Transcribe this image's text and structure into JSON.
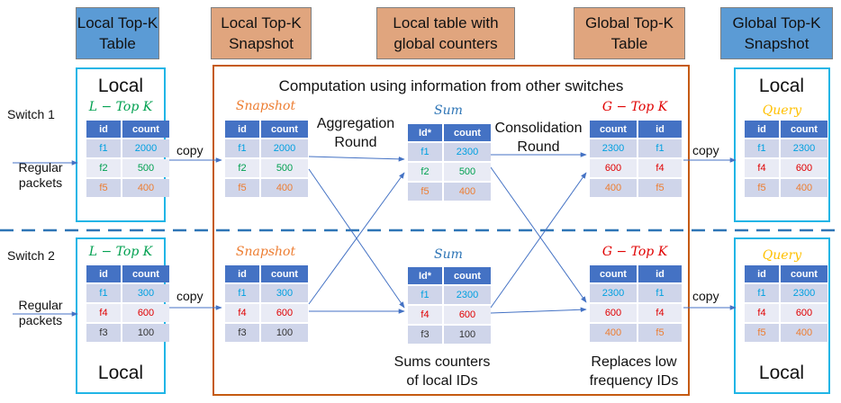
{
  "headers": [
    {
      "text": "Local Top-K\nTable",
      "style": "blue"
    },
    {
      "text": "Local Top-K\nSnapshot",
      "style": "orange"
    },
    {
      "text": "Local table with\nglobal counters",
      "style": "orange"
    },
    {
      "text": "Global Top-K\nTable",
      "style": "orange"
    },
    {
      "text": "Global Top-K\nSnapshot",
      "style": "blue"
    }
  ],
  "computation_label": "Computation using information from other switches",
  "switches": [
    "Switch 1",
    "Switch 2"
  ],
  "regular_packets": "Regular\npackets",
  "copy_label": "copy",
  "local_label": "Local",
  "aggregation_label": "Aggregation\nRound",
  "consolidation_label": "Consolidation\nRound",
  "sums_note": "Sums counters\nof local IDs",
  "replaces_note": "Replaces low\nfrequency IDs",
  "titles": {
    "ltopk": "L − Top K",
    "snapshot": "Snapshot",
    "sum": "Sum",
    "gtopk": "G − Top K",
    "query": "Query"
  },
  "title_colors": {
    "ltopk": "#00a050",
    "snapshot": "#ed7d31",
    "sum": "#2e75b6",
    "gtopk": "#e00000",
    "query": "#ffc000"
  },
  "col": {
    "id": "id",
    "count": "count",
    "idstar": "Id*"
  },
  "tables": {
    "s1_local": [
      [
        "f1",
        "2000",
        "blue"
      ],
      [
        "f2",
        "500",
        "green"
      ],
      [
        "f5",
        "400",
        "orange"
      ]
    ],
    "s1_snap": [
      [
        "f1",
        "2000",
        "blue"
      ],
      [
        "f2",
        "500",
        "green"
      ],
      [
        "f5",
        "400",
        "orange"
      ]
    ],
    "s1_sum": [
      [
        "f1",
        "2300",
        "blue"
      ],
      [
        "f2",
        "500",
        "green"
      ],
      [
        "f5",
        "400",
        "orange"
      ]
    ],
    "s1_global": [
      [
        "2300",
        "f1",
        "blue"
      ],
      [
        "600",
        "f4",
        "red"
      ],
      [
        "400",
        "f5",
        "orange"
      ]
    ],
    "s1_query": [
      [
        "f1",
        "2300",
        "blue"
      ],
      [
        "f4",
        "600",
        "red"
      ],
      [
        "f5",
        "400",
        "orange"
      ]
    ],
    "s2_local": [
      [
        "f1",
        "300",
        "blue"
      ],
      [
        "f4",
        "600",
        "red"
      ],
      [
        "f3",
        "100",
        "dark"
      ]
    ],
    "s2_snap": [
      [
        "f1",
        "300",
        "blue"
      ],
      [
        "f4",
        "600",
        "red"
      ],
      [
        "f3",
        "100",
        "dark"
      ]
    ],
    "s2_sum": [
      [
        "f1",
        "2300",
        "blue"
      ],
      [
        "f4",
        "600",
        "red"
      ],
      [
        "f3",
        "100",
        "dark"
      ]
    ],
    "s2_global": [
      [
        "2300",
        "f1",
        "blue"
      ],
      [
        "600",
        "f4",
        "red"
      ],
      [
        "400",
        "f5",
        "orange"
      ]
    ],
    "s2_query": [
      [
        "f1",
        "2300",
        "blue"
      ],
      [
        "f4",
        "600",
        "red"
      ],
      [
        "f5",
        "400",
        "orange"
      ]
    ]
  }
}
